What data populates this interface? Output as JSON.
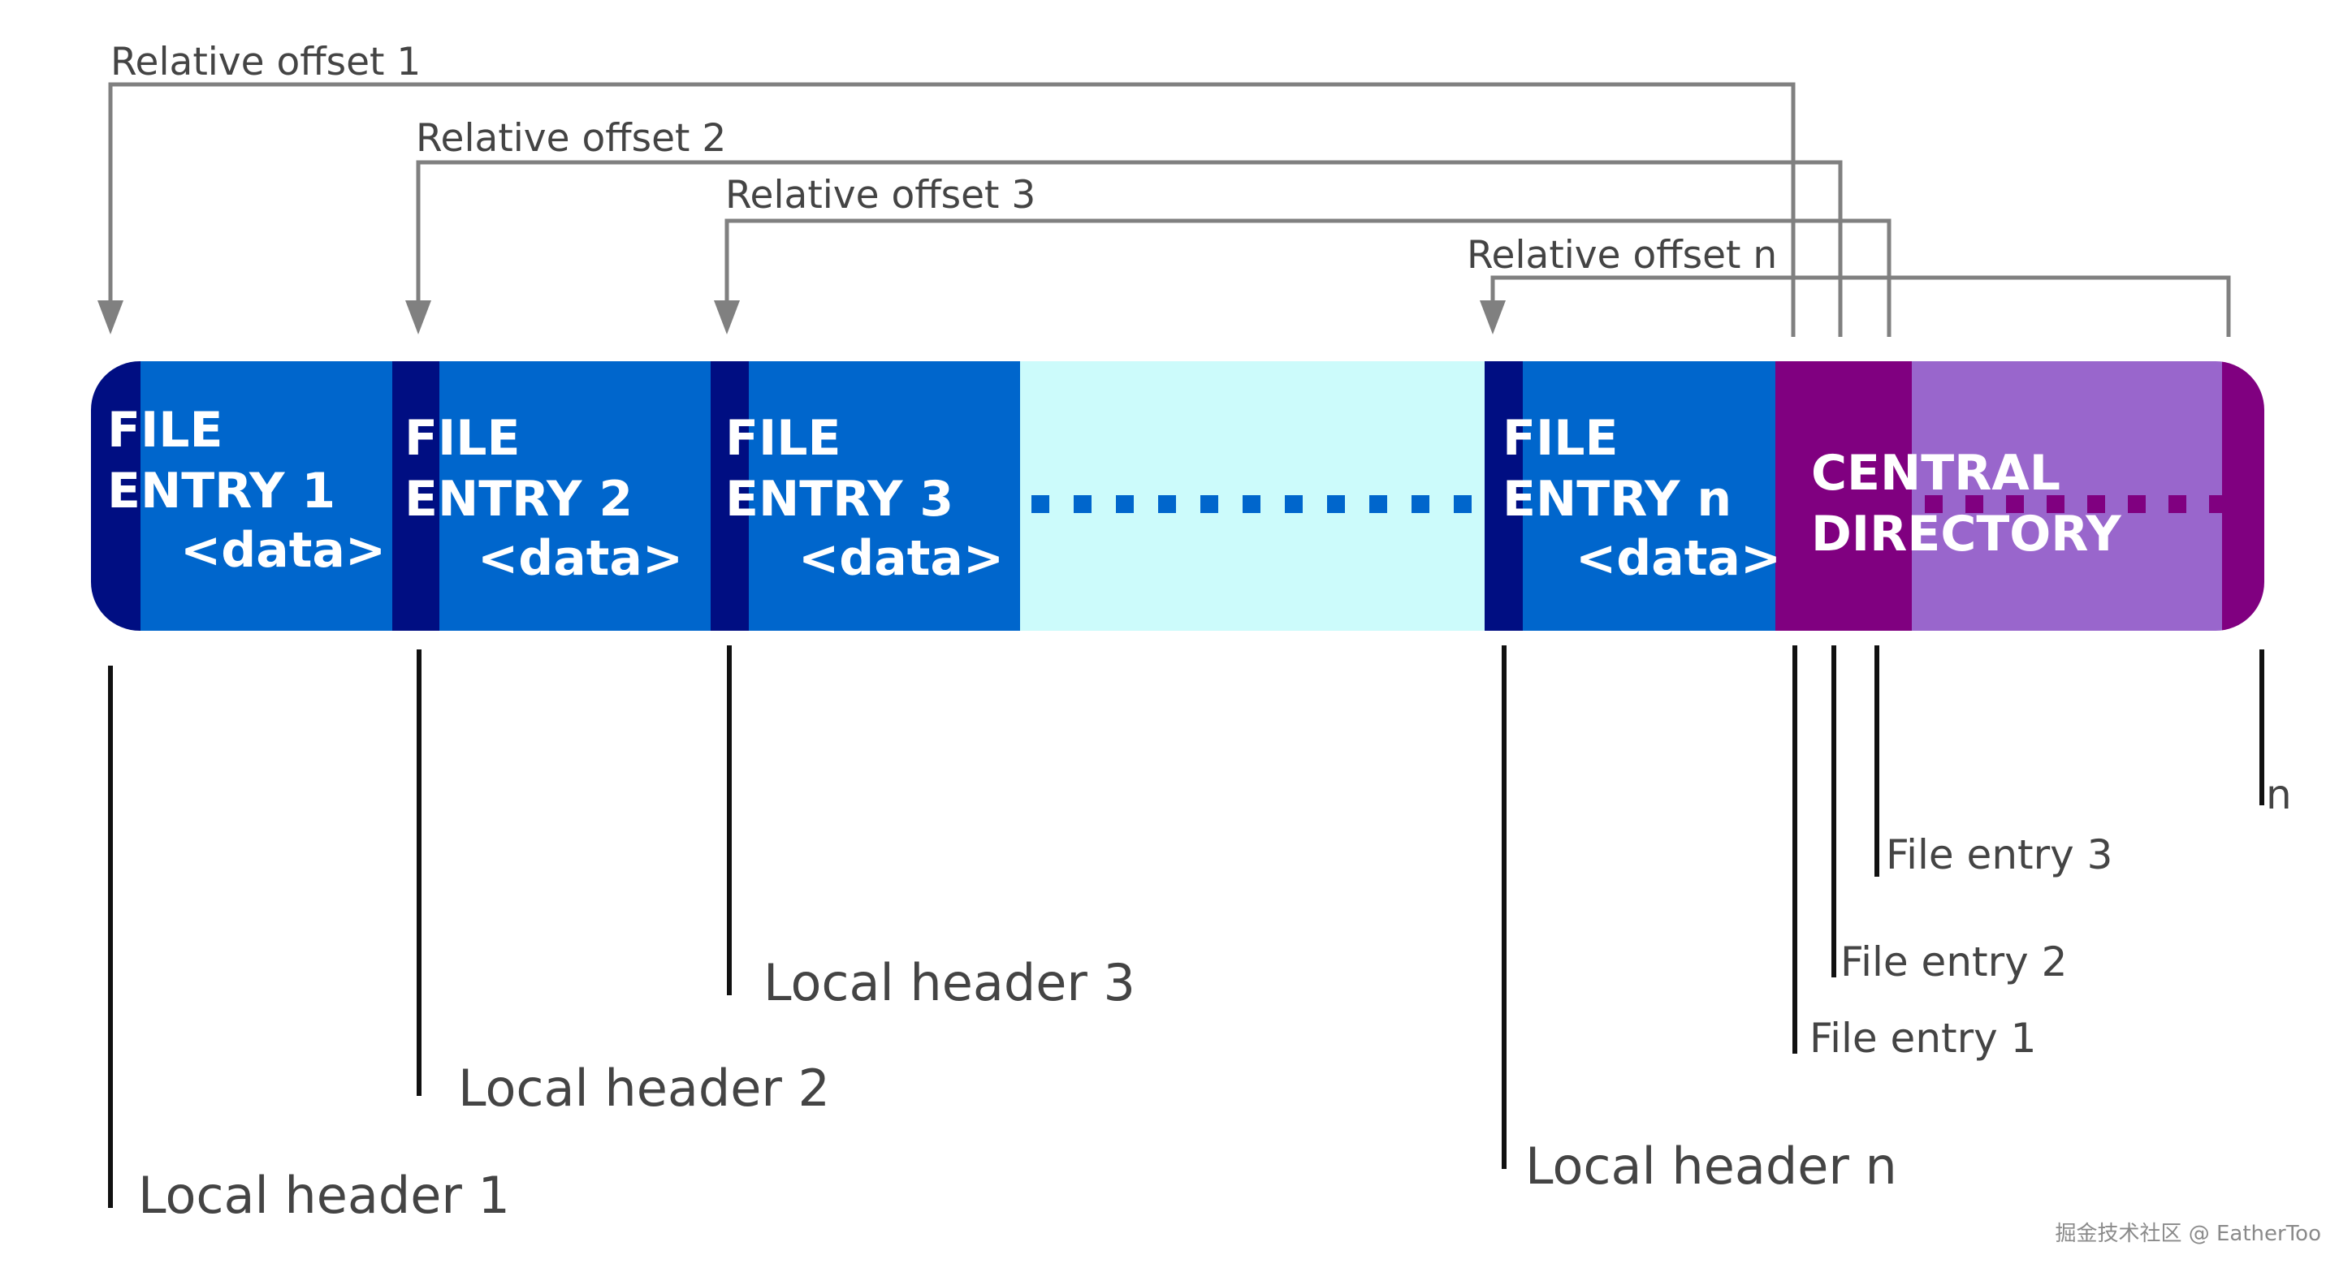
{
  "offsets": {
    "o1": "Relative offset 1",
    "o2": "Relative offset 2",
    "o3": "Relative offset 3",
    "on": "Relative offset n"
  },
  "entries": {
    "e1": {
      "line1": "FILE",
      "line2": "ENTRY 1",
      "line3": "<data>"
    },
    "e2": {
      "line1": "FILE",
      "line2": "ENTRY 2",
      "line3": "<data>"
    },
    "e3": {
      "line1": "FILE",
      "line2": "ENTRY 3",
      "line3": "<data>"
    },
    "en": {
      "line1": "FILE",
      "line2": "ENTRY n",
      "line3": "<data>"
    }
  },
  "central_directory": {
    "line1": "CENTRAL",
    "line2": "DIRECTORY"
  },
  "local_headers": {
    "h1": "Local header 1",
    "h2": "Local header 2",
    "h3": "Local header 3",
    "hn": "Local header n"
  },
  "cd_entries": {
    "c1": "File entry 1",
    "c2": "File entry 2",
    "c3": "File entry 3",
    "cn": "n"
  },
  "watermark": "掘金技术社区 @ EatherToo",
  "colors": {
    "header_navy": "#000e82",
    "data_blue": "#0066cc",
    "gap_cyan": "#ccfbfb",
    "dots_blue": "#0066cc",
    "cd_purple_dark": "#800080",
    "cd_purple_light": "#9966cc",
    "arrow_gray": "#808080"
  }
}
